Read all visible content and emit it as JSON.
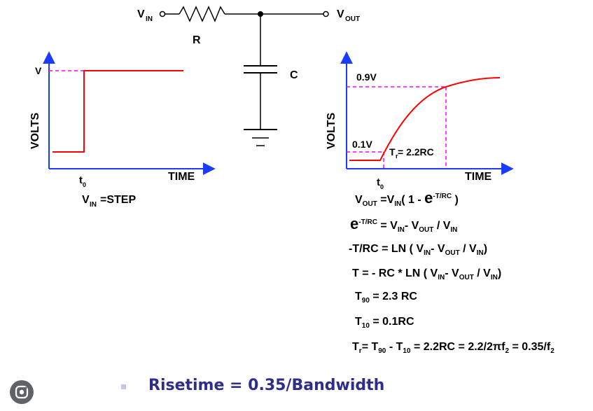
{
  "circuit": {
    "vin_label": "V",
    "vin_sub": "IN",
    "vout_label": "V",
    "vout_sub": "OUT",
    "resistor_label": "R",
    "capacitor_label": "C"
  },
  "left_graph": {
    "y_axis": "VOLTS",
    "x_axis": "TIME",
    "v_tick": "V",
    "t0_label": "t",
    "t0_sub": "0",
    "caption_v": "V",
    "caption_sub": "IN",
    "caption_rest": "=STEP"
  },
  "right_graph": {
    "y_axis": "VOLTS",
    "x_axis": "TIME",
    "level_high": "0.9V",
    "level_low": "0.1V",
    "tr_T": "T",
    "tr_sub": "r",
    "tr_rest": " = 2.2RC",
    "t0_label": "t",
    "t0_sub": "0"
  },
  "equations": {
    "eq1": {
      "a": "V",
      "a_sub": "OUT",
      "b": " =V",
      "b_sub": "IN",
      "c": "( 1 -",
      "e": "e",
      "exp": "-T/RC",
      "d": " )"
    },
    "eq2": {
      "e": "e",
      "exp": "-T/RC",
      "a": " = V",
      "a_sub": "IN",
      "b": "- V",
      "b_sub": "OUT",
      "c": " / V",
      "c_sub": "IN"
    },
    "eq3": {
      "a": "-T/RC = LN ( V",
      "a_sub": "IN",
      "b": "- V",
      "b_sub": "OUT",
      "c": " / V",
      "c_sub": "IN",
      "d": ")"
    },
    "eq4": {
      "a": "T = - RC * LN ( V",
      "a_sub": "IN",
      "b": "- V",
      "b_sub": "OUT",
      "c": " / V",
      "c_sub": "IN",
      "d": ")"
    },
    "eq5": {
      "a": "T",
      "a_sub": "90",
      "b": " = 2.3 RC"
    },
    "eq6": {
      "a": "T",
      "a_sub": "10",
      "b": " = 0.1RC"
    },
    "eq7": {
      "a": "T",
      "a_sub": "r",
      "b": "= T",
      "b_sub": "90",
      "c": " - T",
      "c_sub": "10",
      "d": " = 2.2RC = 2.2/2πf",
      "d_sub": "2",
      "e": " = 0.35/f",
      "e_sub": "2"
    }
  },
  "caption": "Risetime = 0.35/Bandwidth",
  "colors": {
    "axis": "#1a3cff",
    "signal": "#ff0000",
    "guide": "#ff00ff",
    "caption": "#2e2e8a"
  },
  "icons": {
    "lens": "google-lens-icon"
  }
}
